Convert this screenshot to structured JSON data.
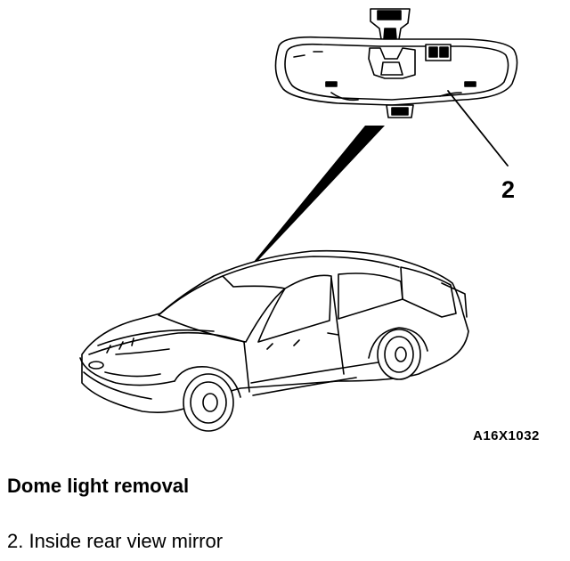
{
  "diagram": {
    "callout_number": "2",
    "figure_code": "A16X1032"
  },
  "caption": {
    "title": "Dome light removal",
    "item": "2. Inside rear view mirror"
  }
}
